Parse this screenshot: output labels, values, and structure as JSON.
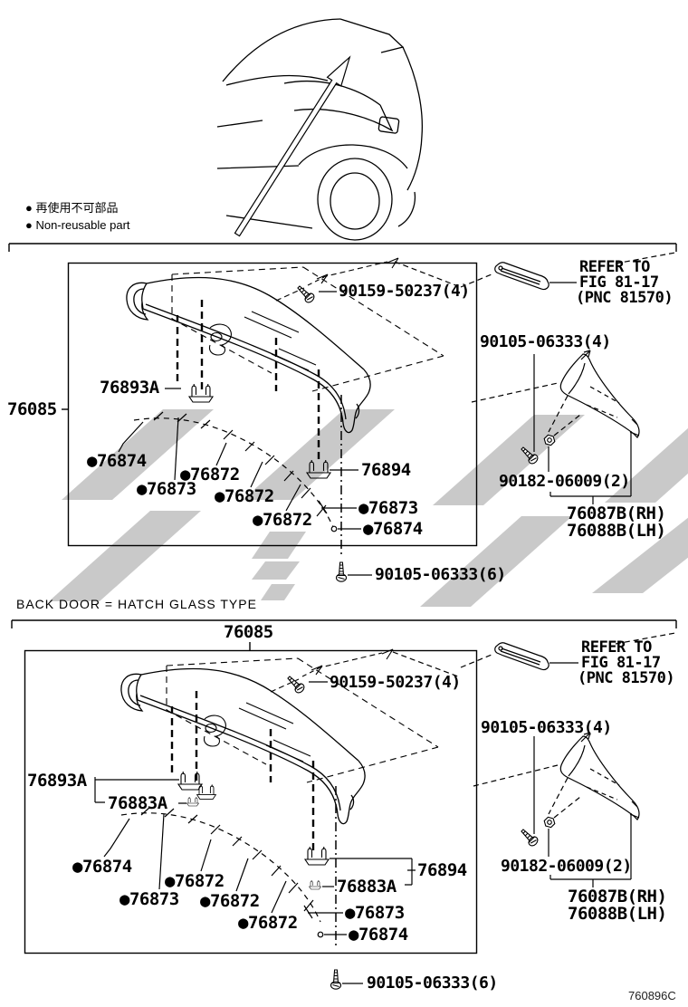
{
  "legend": {
    "jp": "● 再使用不可部品",
    "en": "● Non-reusable part"
  },
  "divider": "BACK DOOR = HATCH GLASS TYPE",
  "doc_code": "760896C",
  "upper": {
    "assembly": "76085",
    "screw_top": "90159-50237(4)",
    "refer": {
      "l1": "REFER TO",
      "l2": "FIG 81-17",
      "l3": "(PNC 81570)"
    },
    "bolt_side": "90105-06333(4)",
    "clip": "76893A",
    "clip_center": "76894",
    "parts": [
      "●76874",
      "●76872",
      "●76873",
      "●76872",
      "●76872",
      "●76873",
      "●76874"
    ],
    "screw_bottom": "90105-06333(6)",
    "screw_garnish": "90182-06009(2)",
    "garnish_rh": "76087B(RH)",
    "garnish_lh": "76088B(LH)"
  },
  "lower": {
    "assembly": "76085",
    "screw_top": "90159-50237(4)",
    "refer": {
      "l1": "REFER TO",
      "l2": "FIG 81-17",
      "l3": "(PNC 81570)"
    },
    "bolt_side": "90105-06333(4)",
    "clip": "76893A",
    "clip_a_left": "76883A",
    "clip_a_right": "76883A",
    "clip_center": "76894",
    "parts": [
      "●76874",
      "●76872",
      "●76873",
      "●76872",
      "●76872",
      "●76873",
      "●76874"
    ],
    "screw_bottom": "90105-06333(6)",
    "screw_garnish": "90182-06009(2)",
    "garnish_rh": "76087B(RH)",
    "garnish_lh": "76088B(LH)"
  }
}
